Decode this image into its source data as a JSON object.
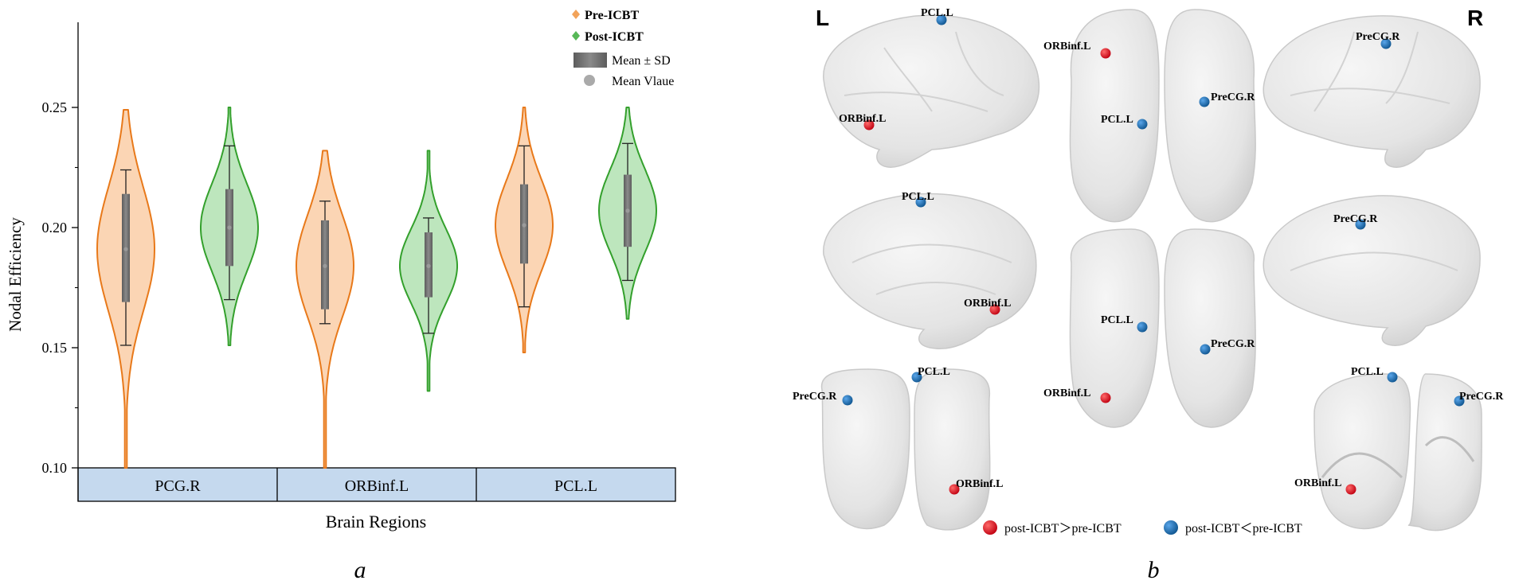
{
  "chart_data": [
    {
      "type": "violin",
      "panel_label": "a",
      "ylabel": "Nodal Efficiency",
      "xlabel": "Brain Regions",
      "ylim": [
        0.1,
        0.28
      ],
      "yticks": [
        0.1,
        0.15,
        0.2,
        0.25
      ],
      "ytick_labels": [
        "0.10",
        "0.15",
        "0.20",
        "0.25"
      ],
      "categories": [
        "PCG.R",
        "ORBinf.L",
        "PCL.L"
      ],
      "legend": {
        "placement": "top-right",
        "items": [
          "Pre-ICBT",
          "Post-ICBT",
          "Mean ± SD",
          "Mean Vlaue"
        ]
      },
      "colors": {
        "pre_stroke": "#e8791a",
        "pre_fill": "#fbd5b4",
        "post_stroke": "#33a02c",
        "post_fill": "#bde6bd",
        "box": "#7a7a7a",
        "category_band": "#c5d9ee"
      },
      "series": [
        {
          "name": "Pre-ICBT",
          "groups": [
            {
              "category": "PCG.R",
              "mean": 0.191,
              "sd_low": 0.169,
              "sd_high": 0.214,
              "whisker_low": 0.151,
              "whisker_high": 0.224,
              "min": 0.1,
              "max": 0.249
            },
            {
              "category": "ORBinf.L",
              "mean": 0.184,
              "sd_low": 0.166,
              "sd_high": 0.203,
              "whisker_low": 0.16,
              "whisker_high": 0.211,
              "min": 0.1,
              "max": 0.232
            },
            {
              "category": "PCL.L",
              "mean": 0.201,
              "sd_low": 0.185,
              "sd_high": 0.218,
              "whisker_low": 0.167,
              "whisker_high": 0.234,
              "min": 0.148,
              "max": 0.25
            }
          ]
        },
        {
          "name": "Post-ICBT",
          "groups": [
            {
              "category": "PCG.R",
              "mean": 0.2,
              "sd_low": 0.184,
              "sd_high": 0.216,
              "whisker_low": 0.17,
              "whisker_high": 0.234,
              "min": 0.151,
              "max": 0.25
            },
            {
              "category": "ORBinf.L",
              "mean": 0.184,
              "sd_low": 0.171,
              "sd_high": 0.198,
              "whisker_low": 0.156,
              "whisker_high": 0.204,
              "min": 0.132,
              "max": 0.232
            },
            {
              "category": "PCL.L",
              "mean": 0.207,
              "sd_low": 0.192,
              "sd_high": 0.222,
              "whisker_low": 0.178,
              "whisker_high": 0.235,
              "min": 0.162,
              "max": 0.25
            }
          ]
        }
      ]
    },
    {
      "type": "brain_map",
      "panel_label": "b",
      "corner_labels": [
        "L",
        "R"
      ],
      "legend": {
        "placement": "bottom",
        "items": [
          {
            "label": "post-ICBT＞pre-ICBT",
            "color": "#e0101e"
          },
          {
            "label": "post-ICBT＜pre-ICBT",
            "color": "#1a6db5"
          }
        ]
      },
      "nodes": [
        {
          "view": "lateral-left",
          "label": "PCL.L",
          "group": "decrease"
        },
        {
          "view": "lateral-left",
          "label": "ORBinf.L",
          "group": "increase"
        },
        {
          "view": "top",
          "label": "ORBinf.L",
          "group": "increase"
        },
        {
          "view": "top",
          "label": "PreCG.R",
          "group": "decrease"
        },
        {
          "view": "top",
          "label": "PCL.L",
          "group": "decrease"
        },
        {
          "view": "lateral-right",
          "label": "PreCG.R",
          "group": "decrease"
        },
        {
          "view": "medial-left",
          "label": "PCL.L",
          "group": "decrease"
        },
        {
          "view": "medial-left",
          "label": "ORBinf.L",
          "group": "increase"
        },
        {
          "view": "bottom",
          "label": "PCL.L",
          "group": "decrease"
        },
        {
          "view": "bottom",
          "label": "PreCG.R",
          "group": "decrease"
        },
        {
          "view": "bottom",
          "label": "ORBinf.L",
          "group": "increase"
        },
        {
          "view": "medial-right",
          "label": "PreCG.R",
          "group": "decrease"
        },
        {
          "view": "front",
          "label": "PreCG.R",
          "group": "decrease"
        },
        {
          "view": "front",
          "label": "PCL.L",
          "group": "decrease"
        },
        {
          "view": "front",
          "label": "ORBinf.L",
          "group": "increase"
        },
        {
          "view": "back",
          "label": "PCL.L",
          "group": "decrease"
        },
        {
          "view": "back",
          "label": "PreCG.R",
          "group": "decrease"
        },
        {
          "view": "back",
          "label": "ORBinf.L",
          "group": "increase"
        }
      ]
    }
  ]
}
